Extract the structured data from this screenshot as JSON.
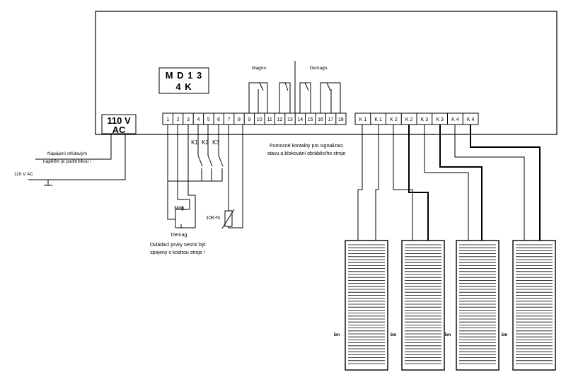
{
  "device": {
    "model_line1": "M D 1 3",
    "model_line2": "4 K"
  },
  "power_box": {
    "line1": "110 V",
    "line2": "AC"
  },
  "terminals": [
    "1",
    "2",
    "3",
    "4",
    "5",
    "6",
    "7",
    "8",
    "9",
    "10",
    "11",
    "12",
    "13",
    "14",
    "15",
    "16",
    "17",
    "18"
  ],
  "coil_terminals": [
    "K 1",
    "K 1",
    "K 2",
    "K 2",
    "K 3",
    "K 3",
    "K 4",
    "K 4"
  ],
  "relay_labels": {
    "magn": "Magnn.",
    "demagn": "Demagn."
  },
  "aux_contacts_note": {
    "line1": "Pomocné kontakty pro signalizaci",
    "line2": "stavu a blokování obráběcího stroje"
  },
  "supply_note": {
    "line1": "Napájení střídavým",
    "line2": "napětím je podmínkou !"
  },
  "supply_label": "110 V AC",
  "switch_labels": [
    "K1",
    "K2",
    "K3"
  ],
  "mag_label": "Mag.",
  "demag_label": "Demag.",
  "thermistor_label": "10K-N",
  "warning_note": {
    "line1": "Ovládací prvky nesmí být",
    "line2": "spojeny s kostrou stroje !"
  },
  "magnet_label": "5m"
}
